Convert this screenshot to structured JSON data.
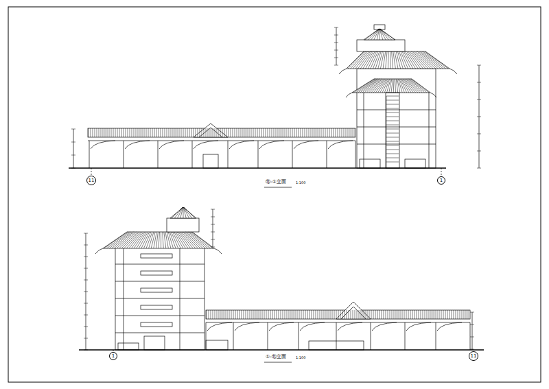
{
  "diagram": {
    "nodes": [
      {
        "text": [
          "11"
        ]
      },
      {
        "text": [
          "1"
        ]
      },
      {
        "text": [
          "1"
        ]
      },
      {
        "text": [
          "11"
        ]
      }
    ],
    "labels": [
      "⑪-①立面",
      "1:100",
      "①-⑪立面",
      "1:100"
    ]
  }
}
